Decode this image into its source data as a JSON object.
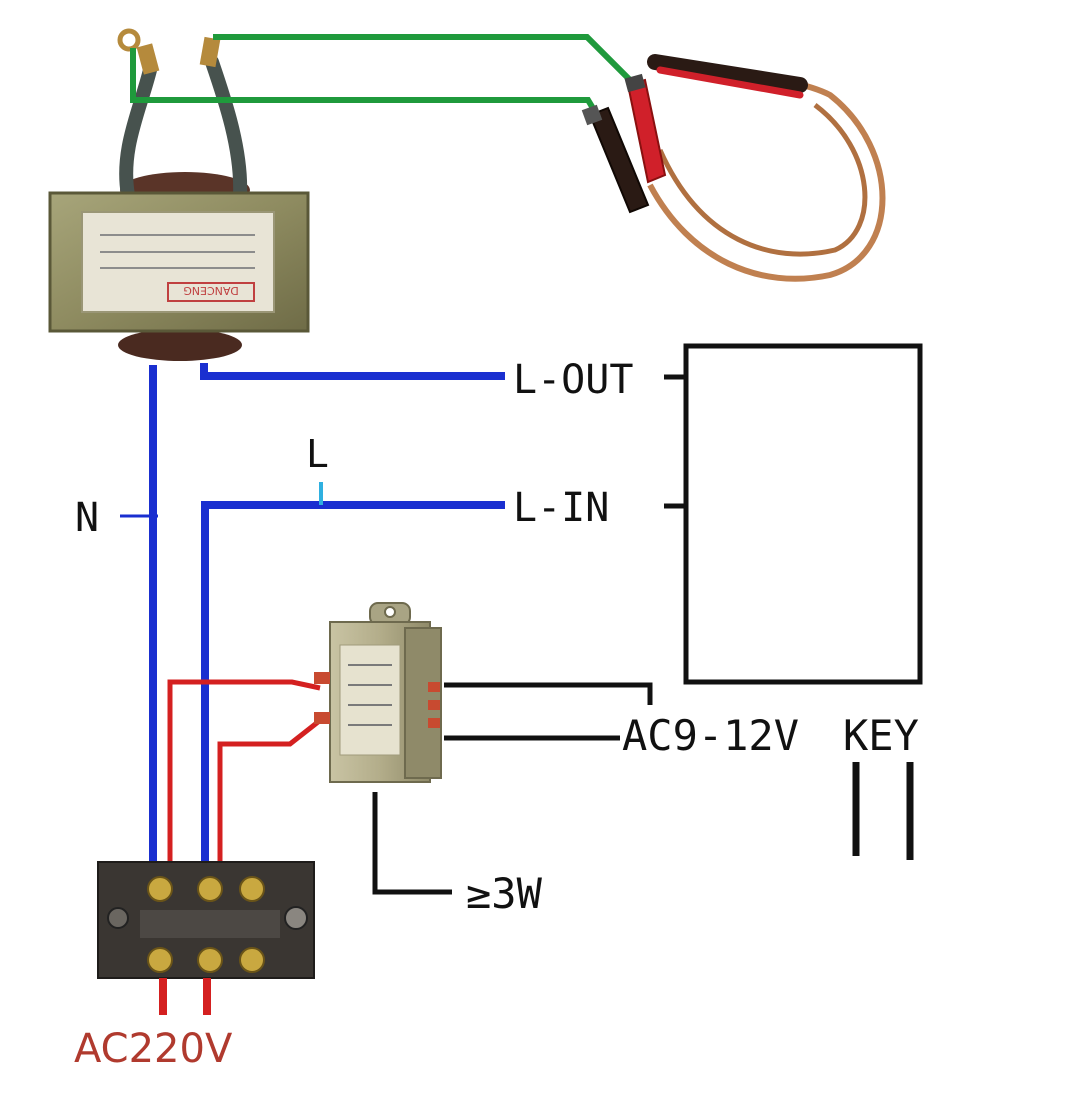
{
  "labels": {
    "l_out": "L-OUT",
    "l_in": "L-IN",
    "n": "N",
    "l": "L",
    "ac_low": "AC9-12V",
    "key": "KEY",
    "power": "≥3W",
    "ac_mains": "AC220V"
  },
  "transformer_label": "DANCENG",
  "colors": {
    "live_neutral_wire": "#1a2fd0",
    "secondary_wire": "#1f9a3c",
    "primary_feed_wire": "#d42020",
    "control_wire": "#111111",
    "transformer_body": "#8a8a5c",
    "terminal_block": "#3a3632",
    "copper_cable": "#c08050",
    "probe_red": "#d0202a",
    "probe_black": "#2a1a14"
  }
}
